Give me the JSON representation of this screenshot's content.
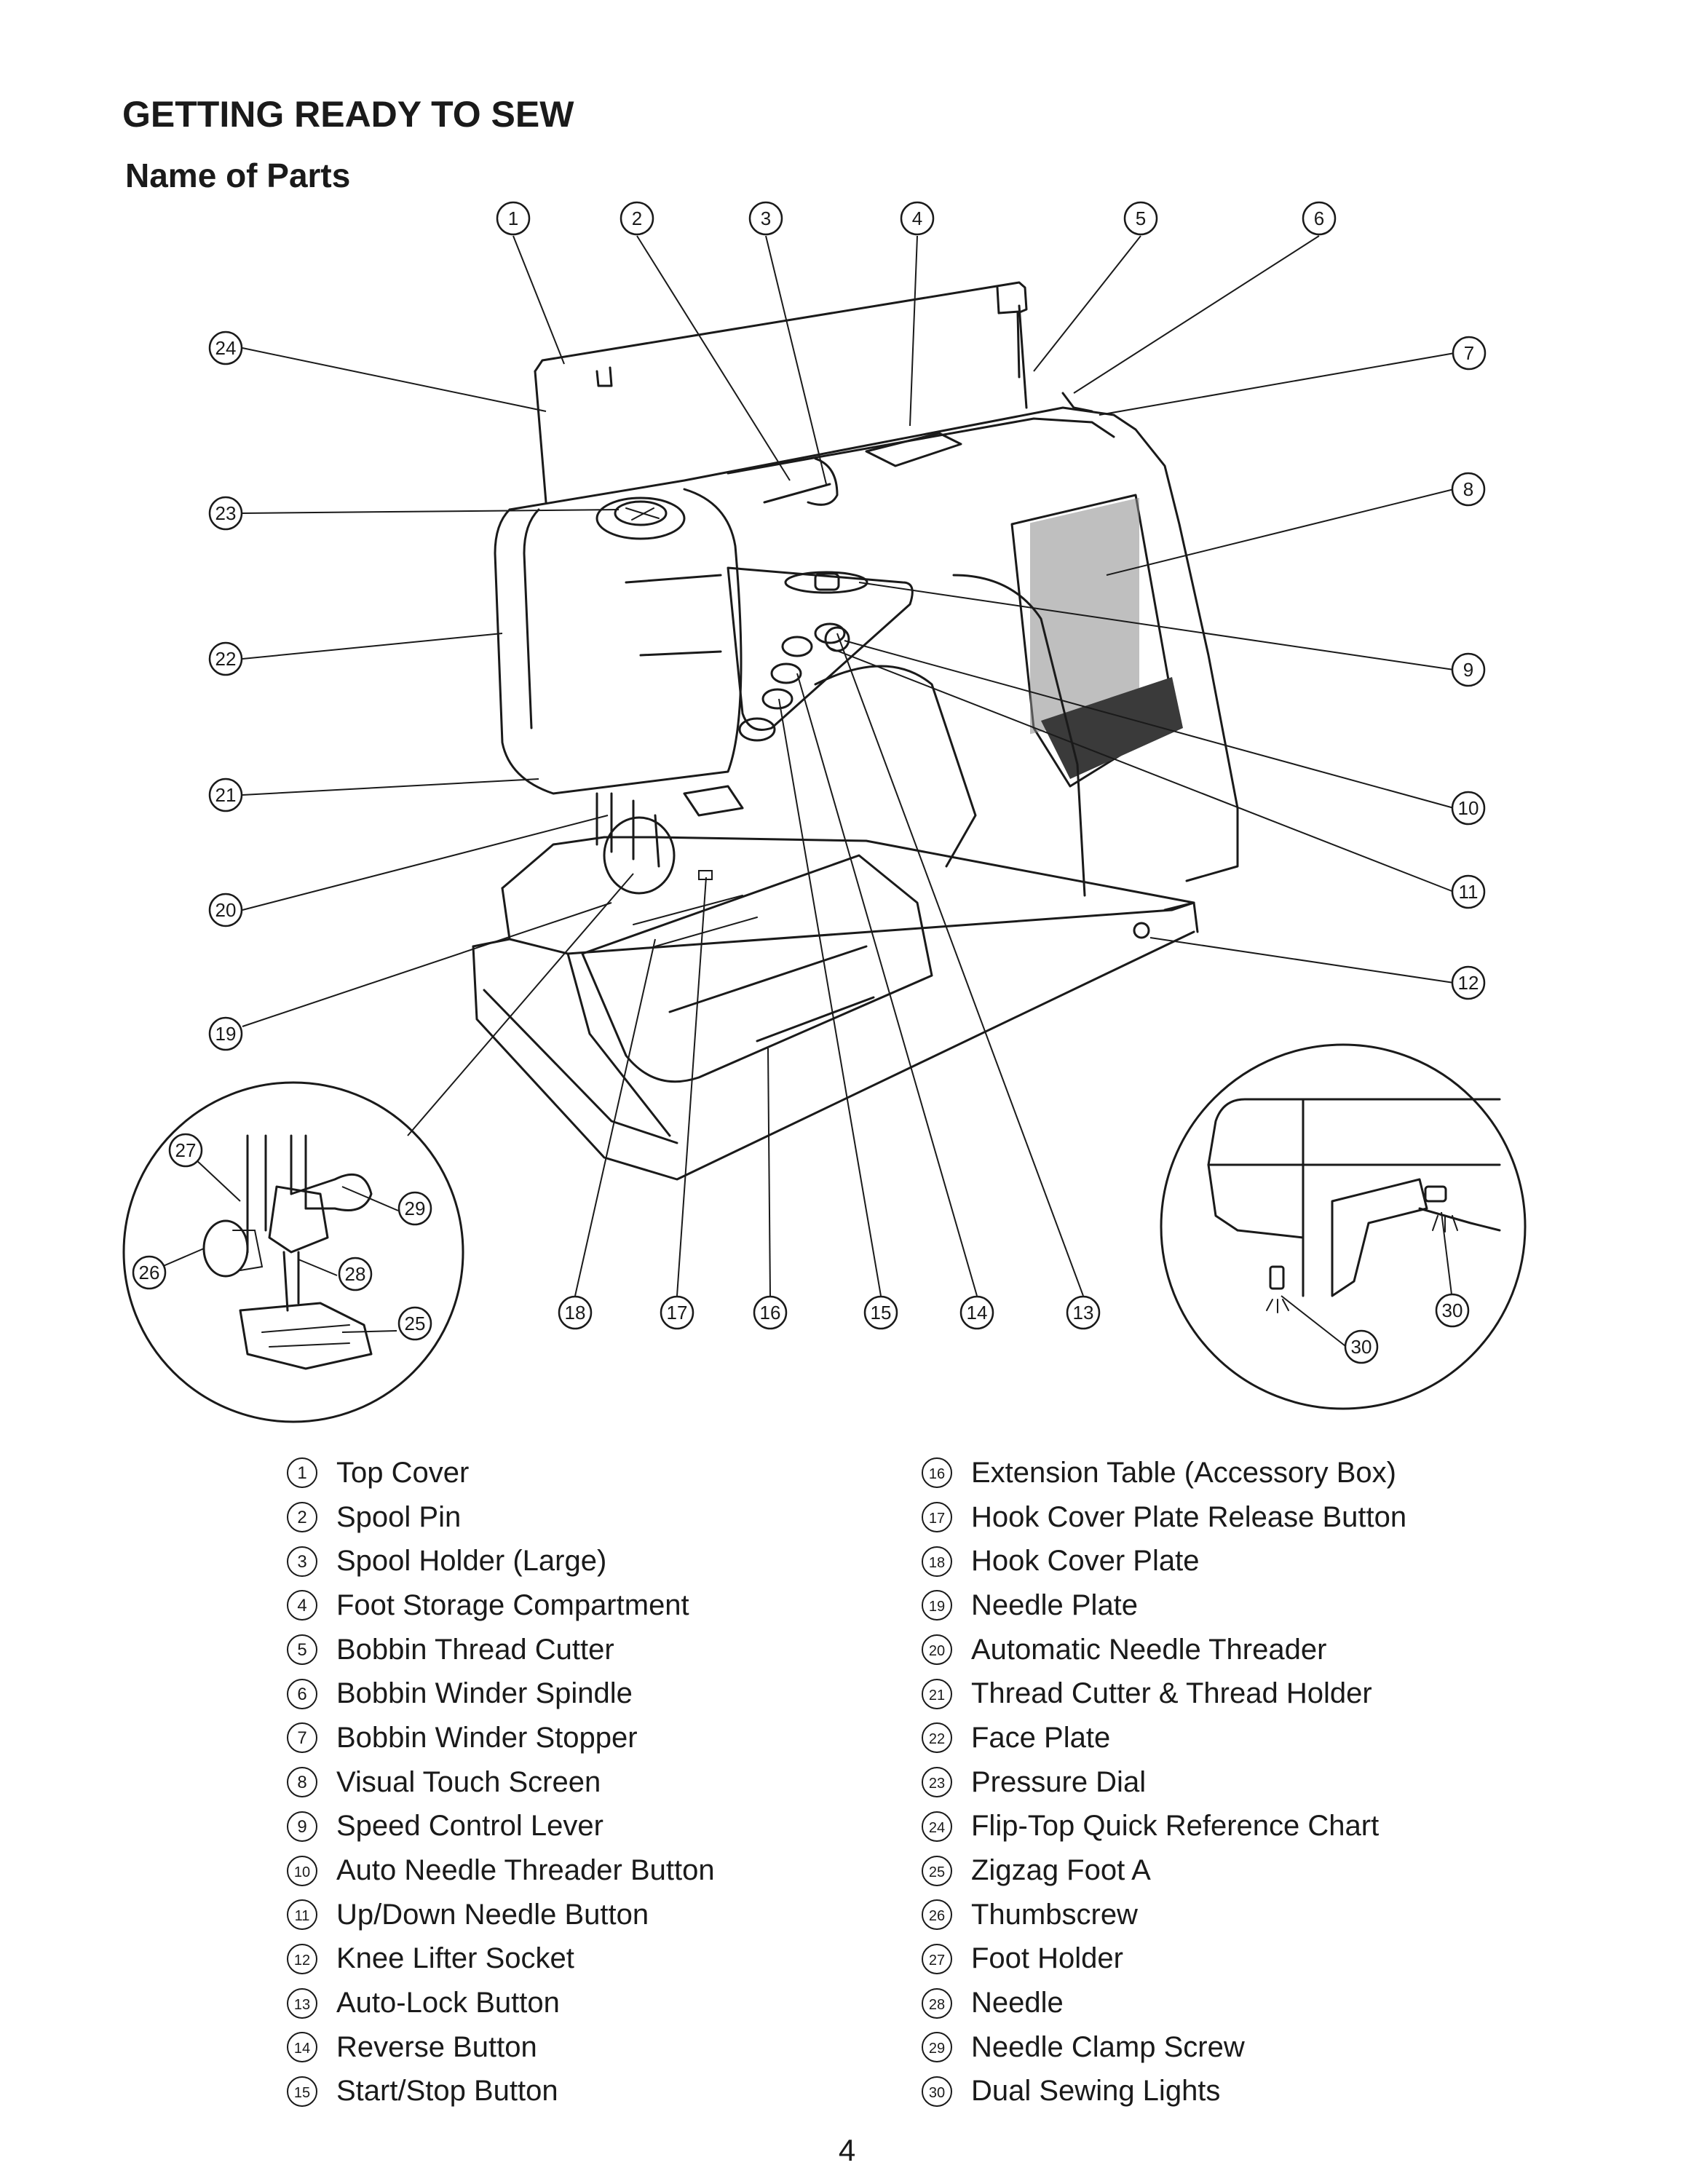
{
  "header": {
    "section_title": "GETTING READY TO SEW",
    "sub_title": "Name of Parts"
  },
  "parts": [
    {
      "number": "1",
      "name": "Top Cover"
    },
    {
      "number": "2",
      "name": "Spool Pin"
    },
    {
      "number": "3",
      "name": "Spool Holder (Large)"
    },
    {
      "number": "4",
      "name": "Foot Storage Compartment"
    },
    {
      "number": "5",
      "name": "Bobbin Thread Cutter"
    },
    {
      "number": "6",
      "name": "Bobbin Winder Spindle"
    },
    {
      "number": "7",
      "name": "Bobbin Winder Stopper"
    },
    {
      "number": "8",
      "name": "Visual Touch Screen"
    },
    {
      "number": "9",
      "name": "Speed Control Lever"
    },
    {
      "number": "10",
      "name": "Auto Needle Threader Button"
    },
    {
      "number": "11",
      "name": "Up/Down Needle Button"
    },
    {
      "number": "12",
      "name": "Knee Lifter Socket"
    },
    {
      "number": "13",
      "name": "Auto-Lock Button"
    },
    {
      "number": "14",
      "name": "Reverse Button"
    },
    {
      "number": "15",
      "name": "Start/Stop Button"
    },
    {
      "number": "16",
      "name": "Extension Table (Accessory Box)"
    },
    {
      "number": "17",
      "name": "Hook Cover Plate Release Button"
    },
    {
      "number": "18",
      "name": "Hook Cover Plate"
    },
    {
      "number": "19",
      "name": "Needle Plate"
    },
    {
      "number": "20",
      "name": "Automatic Needle Threader"
    },
    {
      "number": "21",
      "name": "Thread Cutter & Thread Holder"
    },
    {
      "number": "22",
      "name": "Face Plate"
    },
    {
      "number": "23",
      "name": "Pressure Dial"
    },
    {
      "number": "24",
      "name": "Flip-Top Quick Reference Chart"
    },
    {
      "number": "25",
      "name": "Zigzag Foot A"
    },
    {
      "number": "26",
      "name": "Thumbscrew"
    },
    {
      "number": "27",
      "name": "Foot Holder"
    },
    {
      "number": "28",
      "name": "Needle"
    },
    {
      "number": "29",
      "name": "Needle Clamp Screw"
    },
    {
      "number": "30",
      "name": "Dual Sewing Lights"
    }
  ],
  "page_number": "4"
}
